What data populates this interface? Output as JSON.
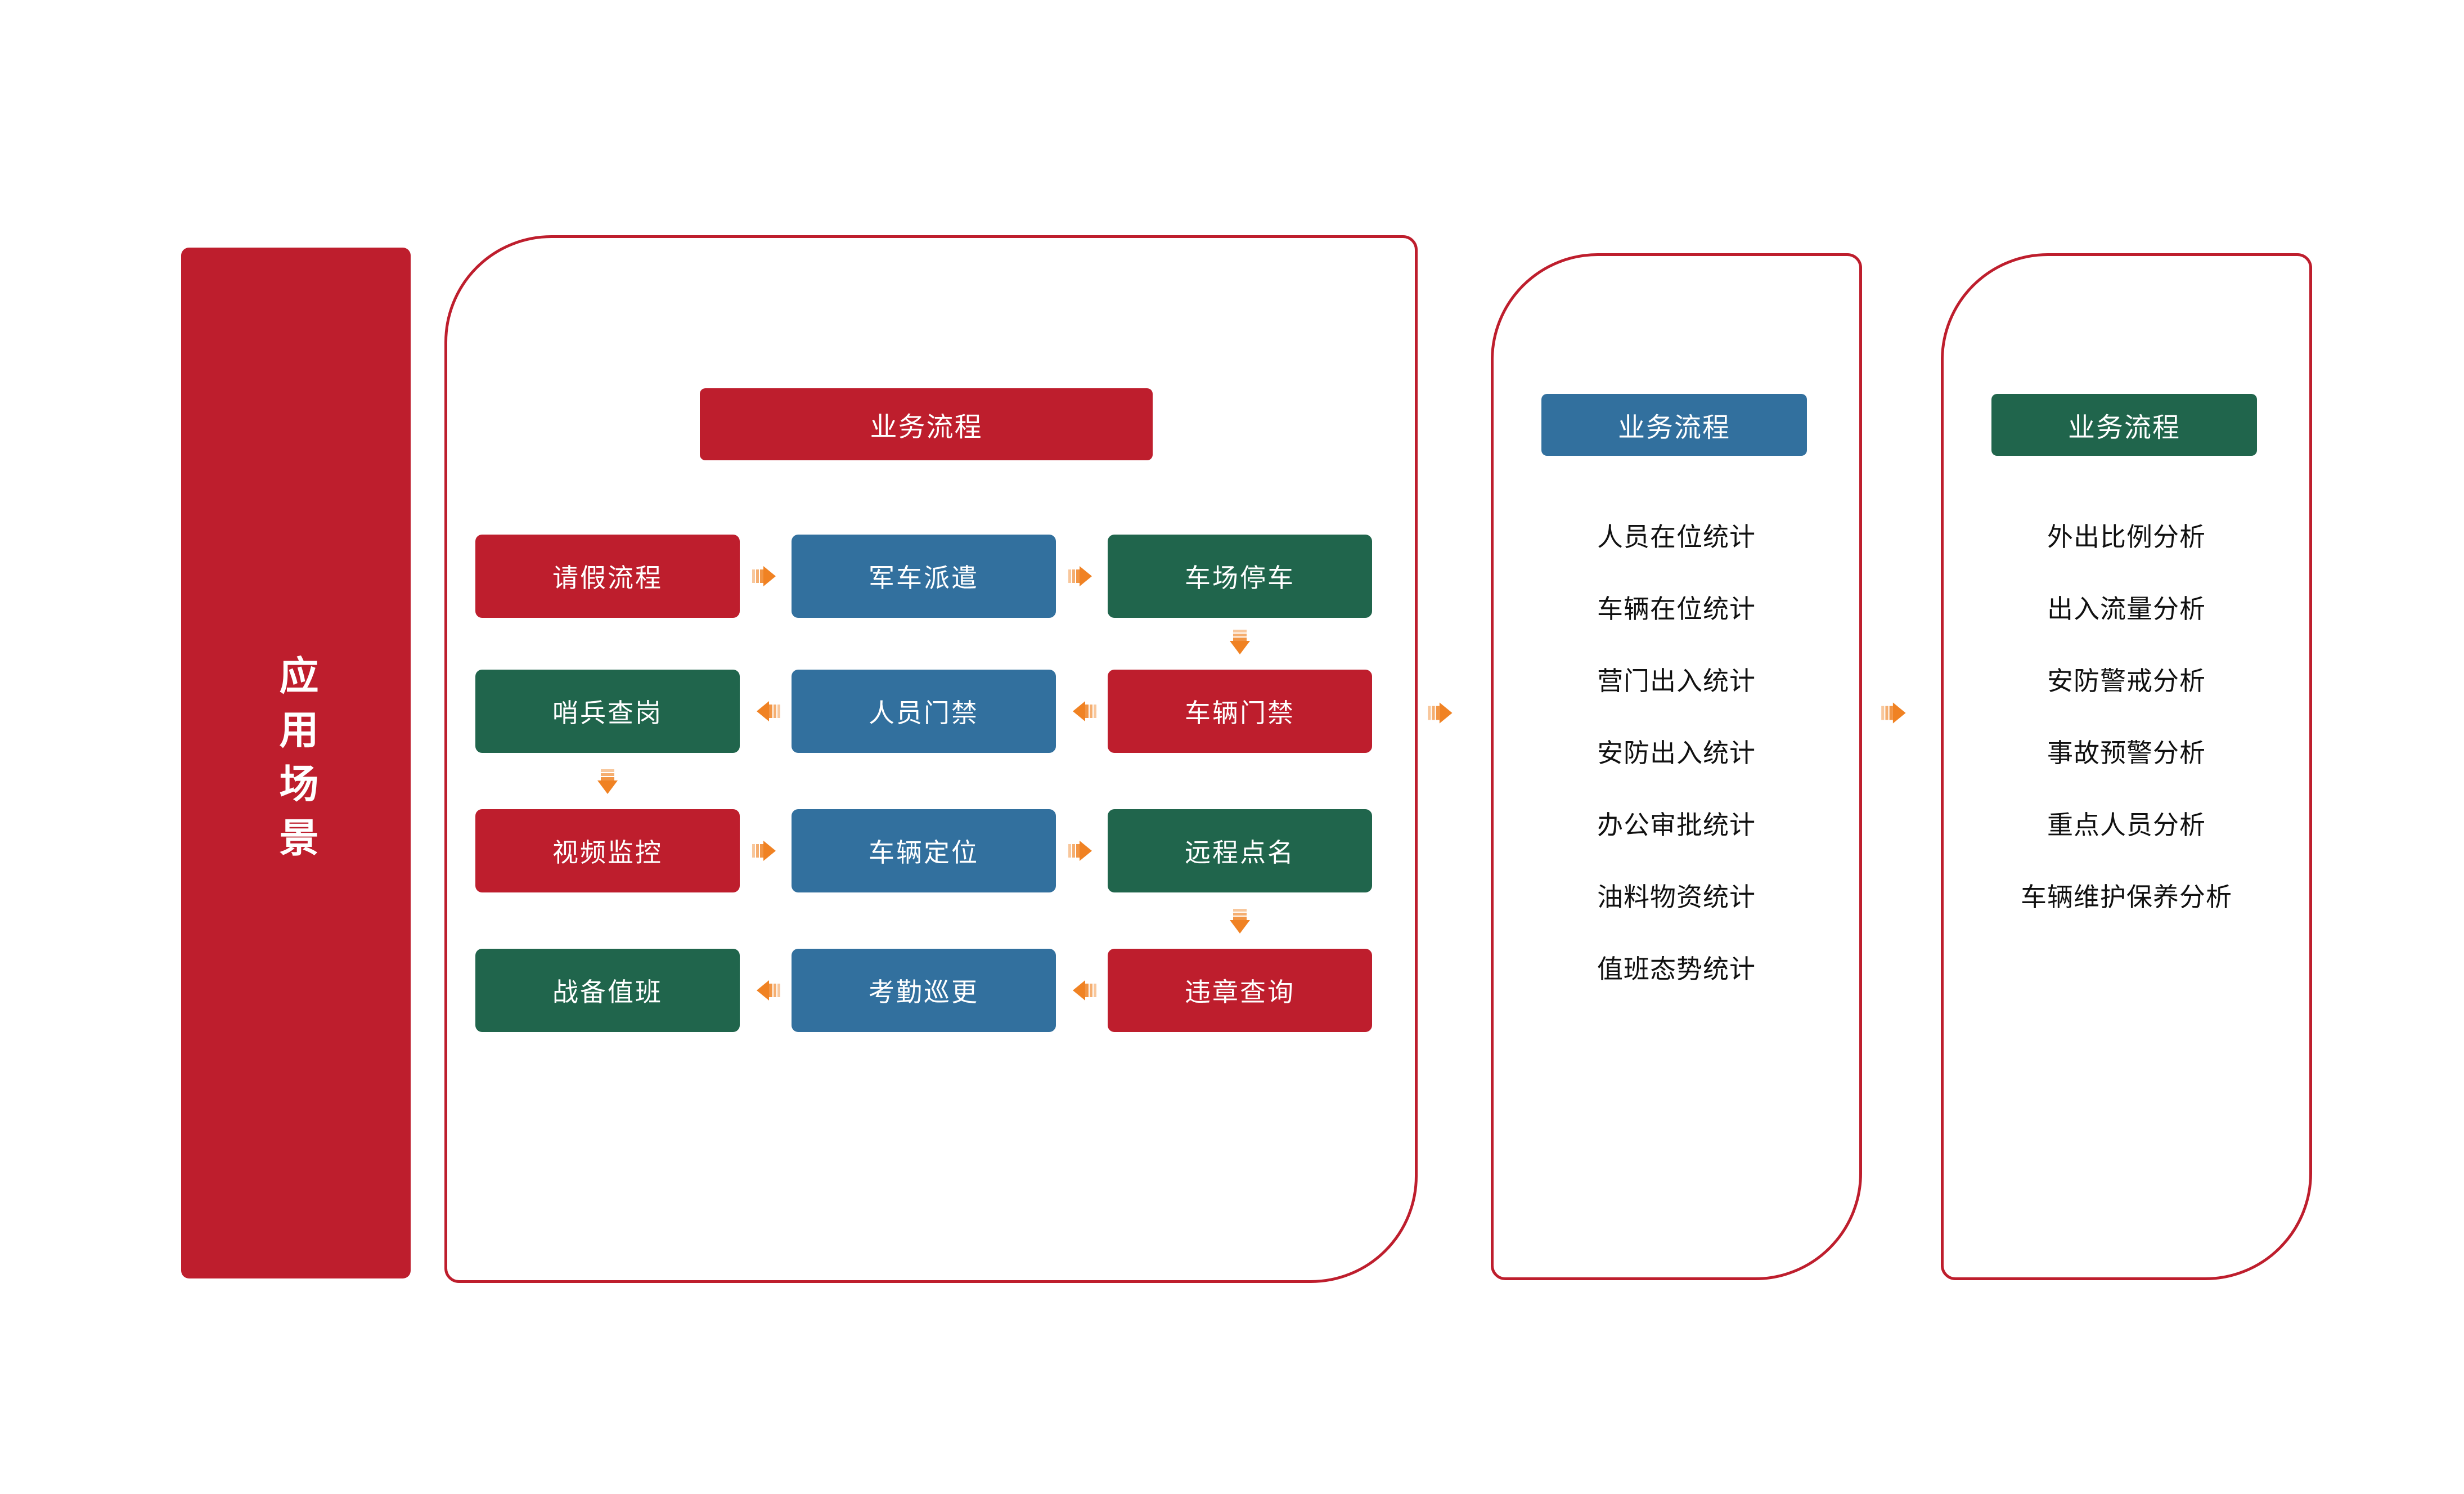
{
  "banner": {
    "label": "应用场景"
  },
  "colors": {
    "red": "#BE1E2D",
    "blue": "#32709E",
    "green": "#20654C",
    "arrow_orange": "#F08223",
    "text_dark": "#111111",
    "background": "#FFFFFF"
  },
  "panels": {
    "process": {
      "header": "业务流程",
      "header_color": "#BE1E2D",
      "rows": [
        {
          "cells": [
            {
              "label": "请假流程",
              "color": "red"
            },
            {
              "label": "军车派遣",
              "color": "blue"
            },
            {
              "label": "车场停车",
              "color": "green"
            }
          ],
          "arrows": [
            "right",
            "right"
          ]
        },
        {
          "cells": [
            {
              "label": "哨兵查岗",
              "color": "green"
            },
            {
              "label": "人员门禁",
              "color": "blue"
            },
            {
              "label": "车辆门禁",
              "color": "red"
            }
          ],
          "arrows": [
            "left",
            "left"
          ]
        },
        {
          "cells": [
            {
              "label": "视频监控",
              "color": "red"
            },
            {
              "label": "车辆定位",
              "color": "blue"
            },
            {
              "label": "远程点名",
              "color": "green"
            }
          ],
          "arrows": [
            "right",
            "right"
          ]
        },
        {
          "cells": [
            {
              "label": "战备值班",
              "color": "green"
            },
            {
              "label": "考勤巡更",
              "color": "blue"
            },
            {
              "label": "违章查询",
              "color": "red"
            }
          ],
          "arrows": [
            "left",
            "left"
          ]
        }
      ],
      "vertical_arrows": [
        {
          "from_row": 0,
          "to_row": 1,
          "column": 2,
          "direction": "down"
        },
        {
          "from_row": 1,
          "to_row": 2,
          "column": 0,
          "direction": "down"
        },
        {
          "from_row": 2,
          "to_row": 3,
          "column": 2,
          "direction": "down"
        }
      ]
    },
    "stats": {
      "header": "业务流程",
      "header_color": "#32709E",
      "items": [
        "人员在位统计",
        "车辆在位统计",
        "营门出入统计",
        "安防出入统计",
        "办公审批统计",
        "油料物资统计",
        "值班态势统计"
      ]
    },
    "analysis": {
      "header": "业务流程",
      "header_color": "#20654C",
      "items": [
        "外出比例分析",
        "出入流量分析",
        "安防警戒分析",
        "事故预警分析",
        "重点人员分析",
        "车辆维护保养分析"
      ]
    }
  },
  "bridge_arrows": [
    {
      "name": "process-to-stats",
      "direction": "right"
    },
    {
      "name": "stats-to-analysis",
      "direction": "right"
    }
  ],
  "icons": {
    "arrow_right": "arrow-right-icon",
    "arrow_left": "arrow-left-icon",
    "arrow_down": "arrow-down-icon"
  }
}
